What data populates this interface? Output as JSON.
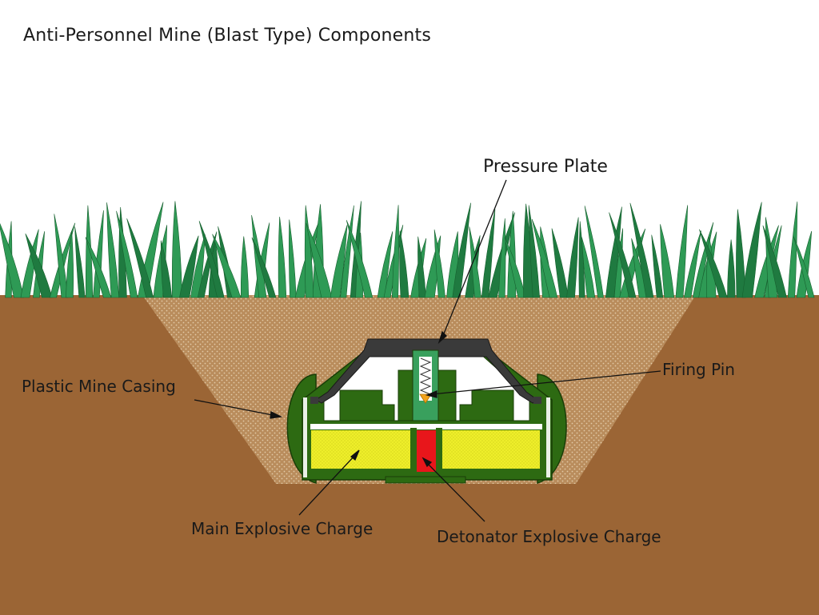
{
  "diagram": {
    "title": "Anti-Personnel Mine (Blast Type) Components",
    "labels": {
      "pressure_plate": "Pressure Plate",
      "firing_pin": "Firing Pin",
      "plastic_mine_casing": "Plastic Mine Casing",
      "main_explosive_charge": "Main Explosive Charge",
      "detonator_explosive_charge": "Detonator Explosive Charge"
    },
    "colors": {
      "soil": "#9b6535",
      "disturbed_soil": "#c59d72",
      "grass": "#2e9a55",
      "grass_dark": "#1f7a40",
      "casing": "#2d6a12",
      "casing_outline": "#1a3d08",
      "pressure_plate": "#3a3a3a",
      "main_charge": "#eeee2a",
      "detonator": "#e8161b",
      "firing_pin_tip": "#f2a21c",
      "interior": "#ffffff"
    }
  }
}
